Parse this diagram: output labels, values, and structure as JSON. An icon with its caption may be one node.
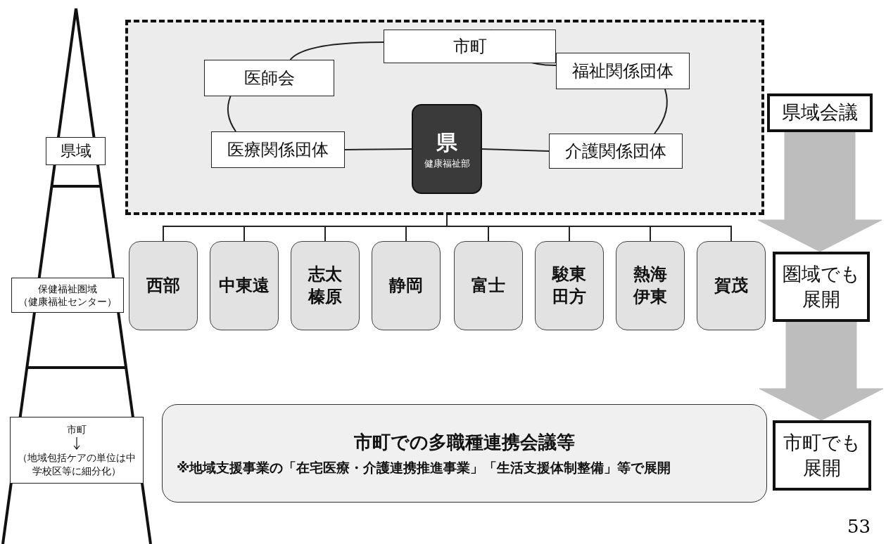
{
  "diagram": {
    "nodes": [
      {
        "text": [],
        "shape": "box"
      },
      {
        "text": [
          "市町"
        ],
        "in": 0
      },
      {
        "text": [
          "医師会"
        ],
        "in": 0
      },
      {
        "text": [
          "福祉関係団体"
        ],
        "in": 0
      },
      {
        "text": [
          "医療関係団体"
        ],
        "in": 0
      },
      {
        "text": [
          "県",
          "健康福祉部"
        ],
        "in": 0
      },
      {
        "text": [
          "介護関係団体"
        ],
        "in": 0
      },
      {
        "text": [
          "県域会議"
        ]
      },
      {
        "text": [
          "西部"
        ]
      },
      {
        "text": [
          "中東遠"
        ]
      },
      {
        "text": [
          "志太榛原"
        ]
      },
      {
        "text": [
          "静岡"
        ]
      },
      {
        "text": [
          "富士"
        ]
      },
      {
        "text": [
          "駿東田方"
        ]
      },
      {
        "text": [
          "熱海伊東"
        ]
      },
      {
        "text": [
          "賀茂"
        ]
      },
      {
        "text": [
          "圏域でも展開"
        ]
      },
      {
        "text": [
          "市町での多職種連携会議等",
          "※地域支援事業の「在宅医療・介護連携推進事業」「生活支援体制整備」等で展開"
        ]
      },
      {
        "text": [
          "市町でも展開"
        ]
      },
      {
        "text": [
          "県域"
        ]
      },
      {
        "text": [
          "保健福祉圏域",
          "（健康福祉センター）"
        ]
      },
      {
        "text": [
          "市町",
          "（地域包括ケアの単位は中学校区等に細分化）"
        ]
      }
    ],
    "edges": [
      {
        "from": 1,
        "to": 2,
        "arrow": "none"
      },
      {
        "from": 2,
        "to": 4,
        "arrow": "none"
      },
      {
        "from": 4,
        "to": 5,
        "arrow": "none"
      },
      {
        "from": 5,
        "to": 6,
        "arrow": "none"
      },
      {
        "from": 6,
        "to": 3,
        "arrow": "none"
      },
      {
        "from": 3,
        "to": 1,
        "arrow": "none"
      },
      {
        "from": 5,
        "to": 8,
        "arrow": "none"
      },
      {
        "from": 5,
        "to": 9,
        "arrow": "none"
      },
      {
        "from": 5,
        "to": 10,
        "arrow": "none"
      },
      {
        "from": 5,
        "to": 11,
        "arrow": "none"
      },
      {
        "from": 5,
        "to": 12,
        "arrow": "none"
      },
      {
        "from": 5,
        "to": 13,
        "arrow": "none"
      },
      {
        "from": 5,
        "to": 14,
        "arrow": "none"
      },
      {
        "from": 5,
        "to": 15,
        "arrow": "none"
      },
      {
        "from": 7,
        "to": 16,
        "arrow": "to",
        "style": "thick",
        "color": "#bdbdbd"
      },
      {
        "from": 16,
        "to": 18,
        "arrow": "to",
        "style": "thick",
        "color": "#bdbdbd"
      }
    ],
    "labels": [
      "53"
    ]
  }
}
